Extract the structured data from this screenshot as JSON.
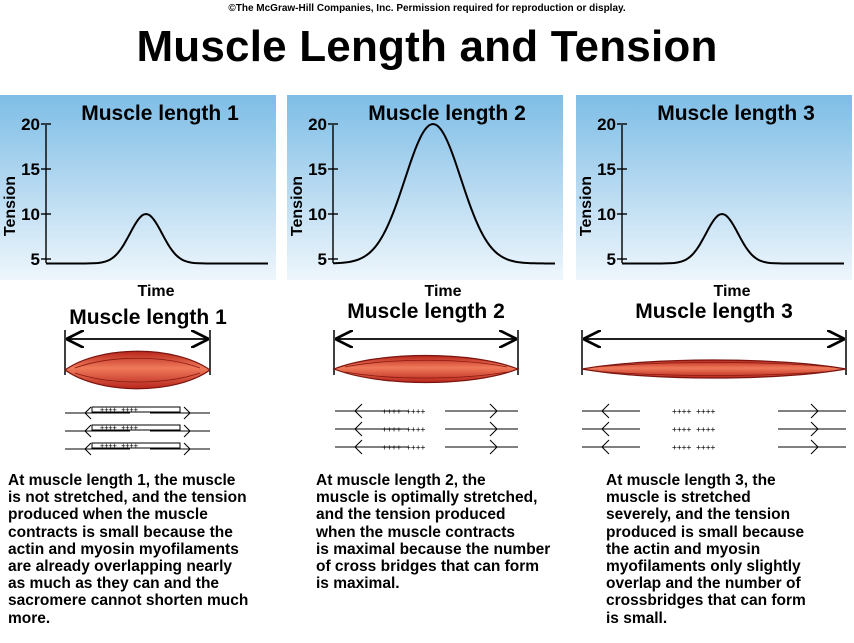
{
  "header": {
    "copyright": "©The McGraw-Hill Companies, Inc. Permission required for reproduction or display.",
    "title": "Muscle Length and Tension"
  },
  "colors": {
    "panel_top": "#7ebde6",
    "panel_bottom": "#eef6fc",
    "muscle": "#d8392b",
    "muscle_light": "#f08a6c"
  },
  "chart_data": [
    {
      "type": "line",
      "title": "Muscle length 1",
      "xlabel": "Time",
      "ylabel": "Tension",
      "yticks": [
        5,
        10,
        15,
        20
      ],
      "ylim": [
        3,
        21
      ],
      "peak": 10,
      "baseline": 4.5
    },
    {
      "type": "line",
      "title": "Muscle length 2",
      "xlabel": "Time",
      "ylabel": "Tension",
      "yticks": [
        5,
        10,
        15,
        20
      ],
      "ylim": [
        3,
        21
      ],
      "peak": 20,
      "baseline": 4.5
    },
    {
      "type": "line",
      "title": "Muscle length 3",
      "xlabel": "Time",
      "ylabel": "Tension",
      "yticks": [
        5,
        10,
        15,
        20
      ],
      "ylim": [
        3,
        21
      ],
      "peak": 10,
      "baseline": 4.5
    }
  ],
  "muscles": [
    {
      "label": "Muscle length 1"
    },
    {
      "label": "Muscle length 2"
    },
    {
      "label": "Muscle length 3"
    }
  ],
  "captions": [
    "At muscle length 1, the muscle\nis not stretched, and the tension\nproduced when the muscle\ncontracts is small because the\nactin and myosin myofilaments\nare already overlapping nearly\nas much as they can and the\nsacromere cannot shorten much\nmore.",
    "At muscle length 2, the\nmuscle is optimally stretched,\nand the tension produced\nwhen the muscle contracts\nis maximal because the number\nof cross bridges that can form\nis maximal.",
    "At muscle length 3, the\nmuscle is stretched\nseverely, and the tension\nproduced is small because\nthe actin and myosin\nmyofilaments only slightly\noverlap and the number of\ncrossbridges that can form\nis small."
  ]
}
